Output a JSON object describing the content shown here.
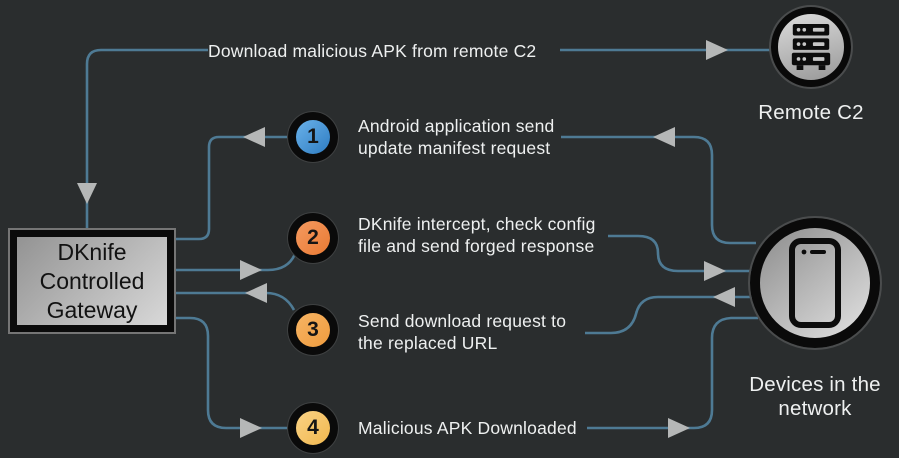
{
  "canvas": {
    "background": "#2a2d2e",
    "line_color": "#4e7a94",
    "arrow_color": "#b5b7b7"
  },
  "top_flow": {
    "label": "Download malicious APK from remote C2"
  },
  "gateway": {
    "label_lines": [
      "DKnife",
      "Controlled",
      "Gateway"
    ]
  },
  "remote_c2": {
    "label": "Remote C2",
    "icon": "server-icon"
  },
  "devices": {
    "label_lines": [
      "Devices in the",
      "network"
    ],
    "icon": "smartphone-icon"
  },
  "steps": [
    {
      "number": "1",
      "color_from": "#6ab2ea",
      "color_to": "#2e7cc2",
      "lines": [
        "Android application send",
        "update manifest request"
      ]
    },
    {
      "number": "2",
      "color_from": "#f59a60",
      "color_to": "#e97a33",
      "lines": [
        "DKnife intercept, check config",
        "file and send forged response"
      ]
    },
    {
      "number": "3",
      "color_from": "#f7b464",
      "color_to": "#ef9c3e",
      "lines": [
        "Send download request to",
        "the replaced URL"
      ]
    },
    {
      "number": "4",
      "color_from": "#f9d285",
      "color_to": "#f2b84e",
      "lines": [
        "Malicious APK Downloaded"
      ]
    }
  ]
}
